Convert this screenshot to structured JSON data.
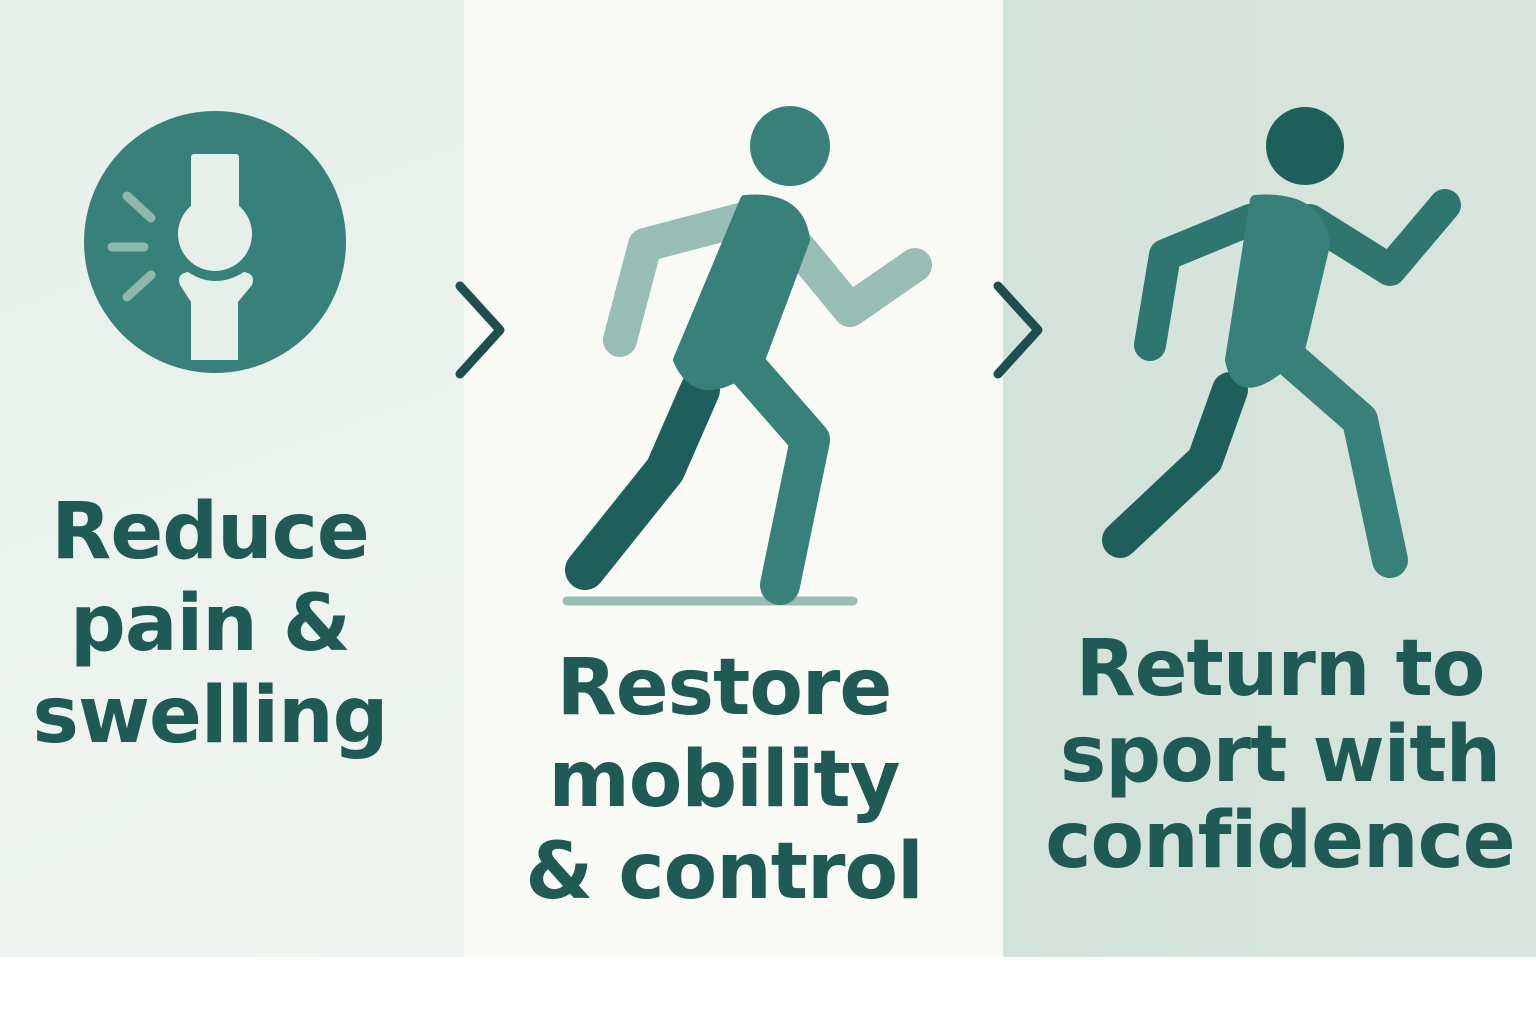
{
  "colors": {
    "text": "#1f5a55",
    "teal": "#37817a",
    "dark_teal": "#1f5f5b",
    "light_teal": "#98bdb4",
    "bone": "#e6efea"
  },
  "steps": [
    {
      "icon": "joint-pain-icon",
      "lines": [
        "Reduce",
        "pain &",
        "swelling"
      ]
    },
    {
      "icon": "walking-figure-icon",
      "lines": [
        "Restore",
        "mobility",
        "& control"
      ]
    },
    {
      "icon": "running-figure-icon",
      "lines": [
        "Return to",
        "sport with",
        "confidence"
      ]
    }
  ],
  "arrows": [
    "chevron-right-icon",
    "chevron-right-icon"
  ]
}
